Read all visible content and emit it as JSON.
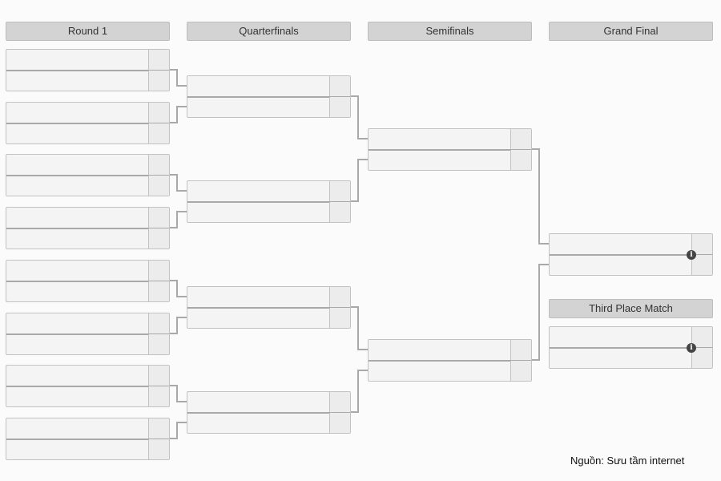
{
  "rounds": [
    {
      "title": "Round 1",
      "match_count": 8
    },
    {
      "title": "Quarterfinals",
      "match_count": 4
    },
    {
      "title": "Semifinals",
      "match_count": 2
    },
    {
      "title": "Grand Final",
      "match_count": 1
    }
  ],
  "third_place": {
    "title": "Third Place Match",
    "match_count": 1
  },
  "source": "Nguồn: Sưu tầm internet",
  "icons": {
    "match_info": "info-icon"
  },
  "colors": {
    "header_bg": "#d3d3d3",
    "match_bg": "#f4f4f4",
    "score_bg": "#ececec",
    "connector": "#a9a9a9"
  }
}
